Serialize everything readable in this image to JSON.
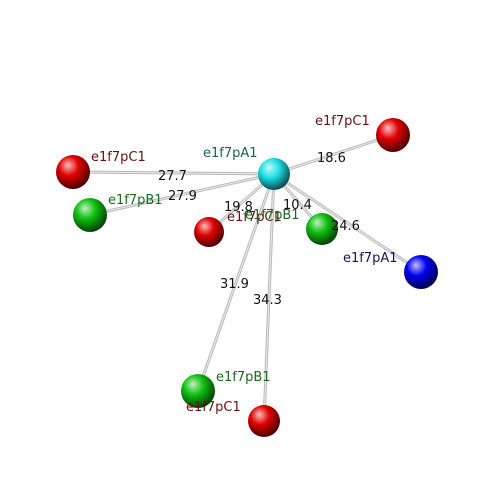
{
  "colors": {
    "red": "#e00000",
    "green": "#10c010",
    "cyan": "#20e0e8",
    "blue": "#0000ee",
    "label_red": "#6b1010",
    "label_green": "#1b6b1b",
    "label_cyan": "#1b5e66",
    "label_blue": "#14145e",
    "bond": "#b8b8b8"
  },
  "atoms": [
    {
      "id": "center",
      "label": "e1f7pA1",
      "color": "cyan",
      "label_color": "label_cyan"
    },
    {
      "id": "c1_top_right",
      "label": "e1f7pC1",
      "color": "red",
      "label_color": "label_red"
    },
    {
      "id": "c1_left",
      "label": "e1f7pC1",
      "color": "red",
      "label_color": "label_red"
    },
    {
      "id": "b1_left",
      "label": "e1f7pB1",
      "color": "green",
      "label_color": "label_green"
    },
    {
      "id": "c1_mid",
      "label": "e1f7pC1",
      "color": "red",
      "label_color": "label_red"
    },
    {
      "id": "b1_mid",
      "label": "e1f7pB1",
      "color": "green",
      "label_color": "label_green"
    },
    {
      "id": "a1_right",
      "label": "e1f7pA1",
      "color": "blue",
      "label_color": "label_blue"
    },
    {
      "id": "b1_bottom",
      "label": "e1f7pB1",
      "color": "green",
      "label_color": "label_green"
    },
    {
      "id": "c1_bottom",
      "label": "e1f7pC1",
      "color": "red",
      "label_color": "label_red"
    }
  ],
  "bonds": [
    {
      "to": "c1_top_right",
      "distance": "18.6"
    },
    {
      "to": "c1_left",
      "distance": "27.7"
    },
    {
      "to": "b1_left",
      "distance": "27.9"
    },
    {
      "to": "c1_mid",
      "distance": "19.8"
    },
    {
      "to": "b1_mid",
      "distance": "10.4"
    },
    {
      "to": "a1_right",
      "distance": "24.6"
    },
    {
      "to": "b1_bottom",
      "distance": "31.9"
    },
    {
      "to": "c1_bottom",
      "distance": "34.3"
    }
  ]
}
